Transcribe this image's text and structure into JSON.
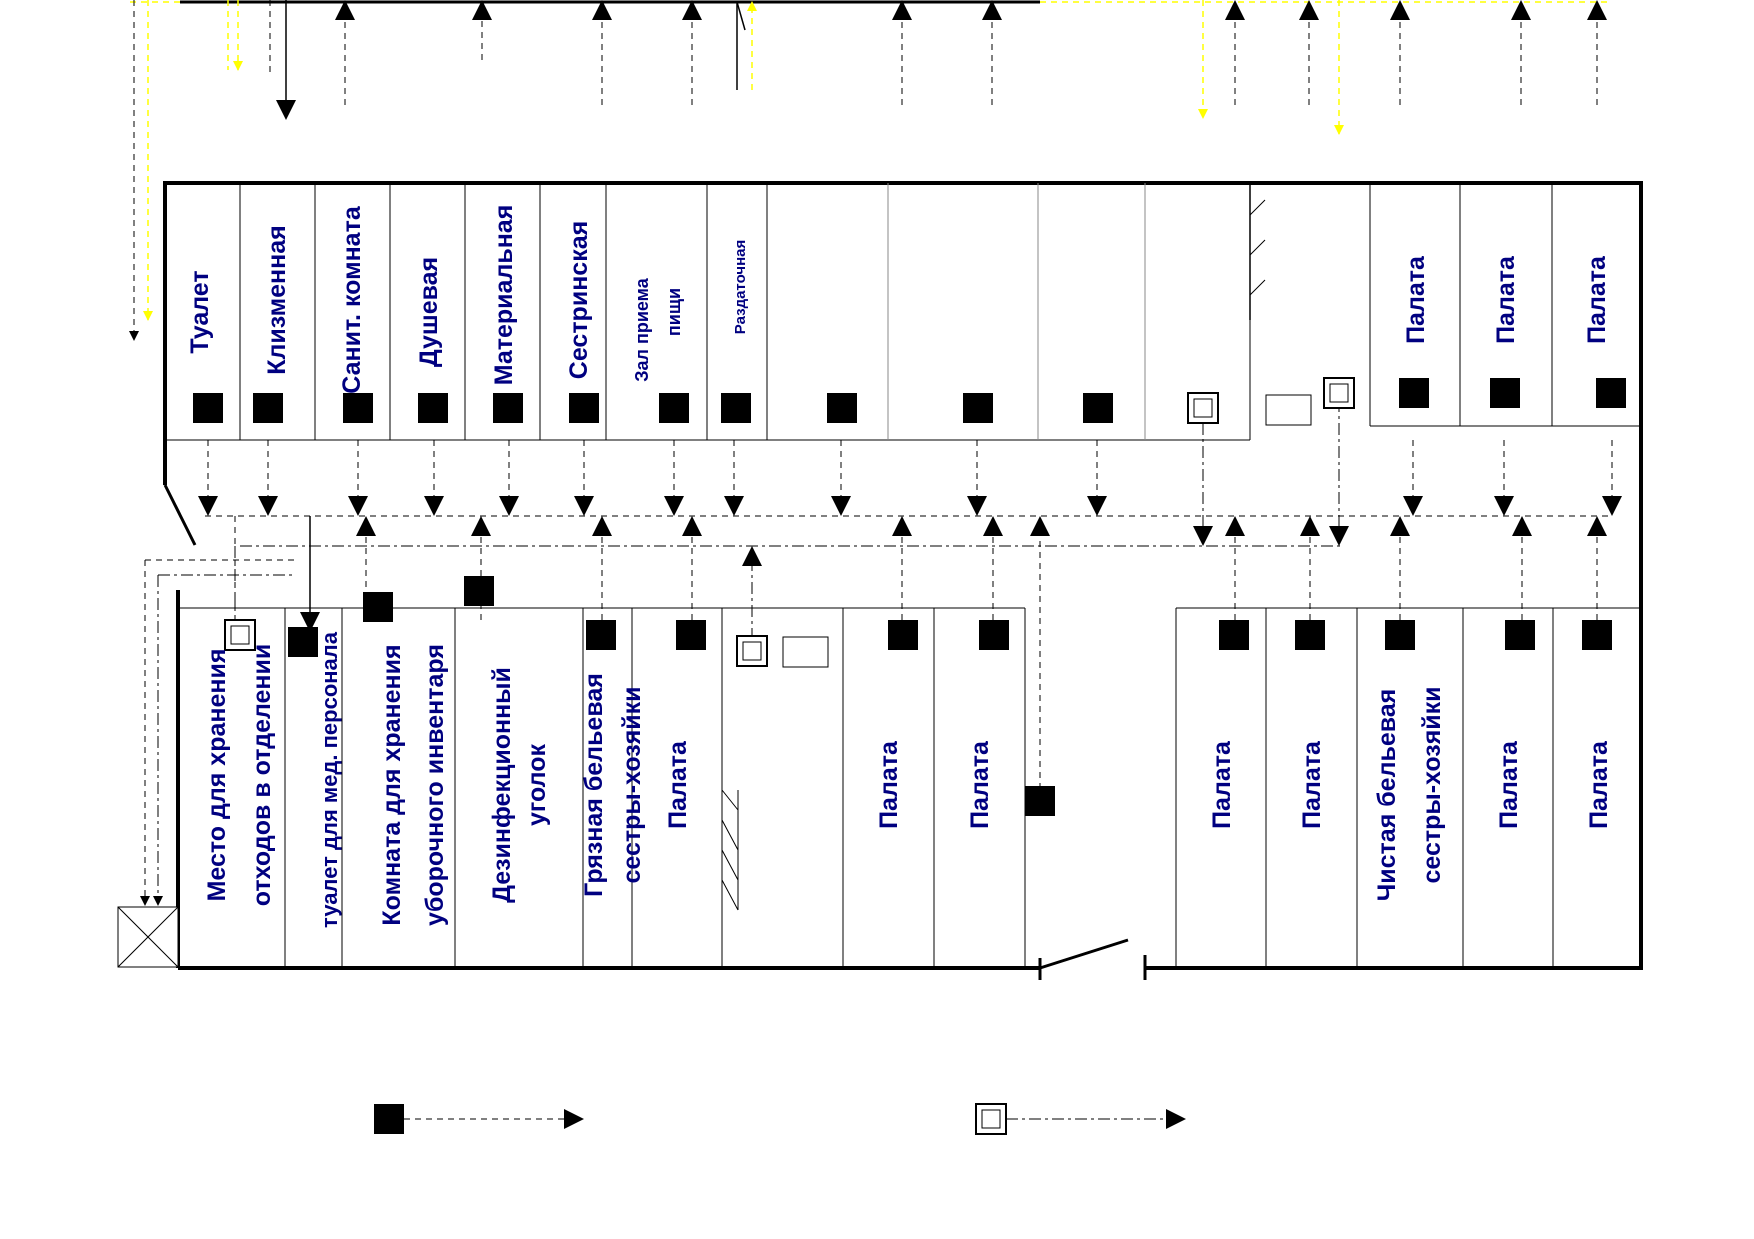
{
  "diagram": {
    "rooms_top": {
      "toilet": "Туалет",
      "enema": "Клизменная",
      "sanitary": "Санит. комната",
      "shower": "Душевая",
      "supply": "Материальная",
      "nurses": "Сестринская",
      "dining_1": "Зал приема",
      "dining_2": "пищи",
      "serving": "Раздаточная",
      "ward_a": "Палата",
      "ward_b": "Палата",
      "ward_c": "Палата"
    },
    "rooms_bottom": {
      "waste_1": "Место для хранения",
      "waste_2": "отходов в отделении",
      "staff_toilet": "туалет для мед. персонала",
      "inventory_1": "Комната для хранения",
      "inventory_2": "уборочного инвентаря",
      "disinfection_1": "Дезинфекционный",
      "disinfection_2": "уголок",
      "dirty_linen_1": "Грязная бельевая",
      "dirty_linen_2": "сестры-хозяйки",
      "ward_1": "Палата",
      "ward_2": "Палата",
      "ward_3": "Палата",
      "ward_4": "Палата",
      "ward_5": "Палата",
      "clean_linen_1": "Чистая бельевая",
      "clean_linen_2": "сестры-хозяйки",
      "ward_6": "Палата",
      "ward_7": "Палата"
    }
  },
  "colors": {
    "label": "#000080",
    "walls": "#000000",
    "flow_highlight": "#ffff00"
  }
}
